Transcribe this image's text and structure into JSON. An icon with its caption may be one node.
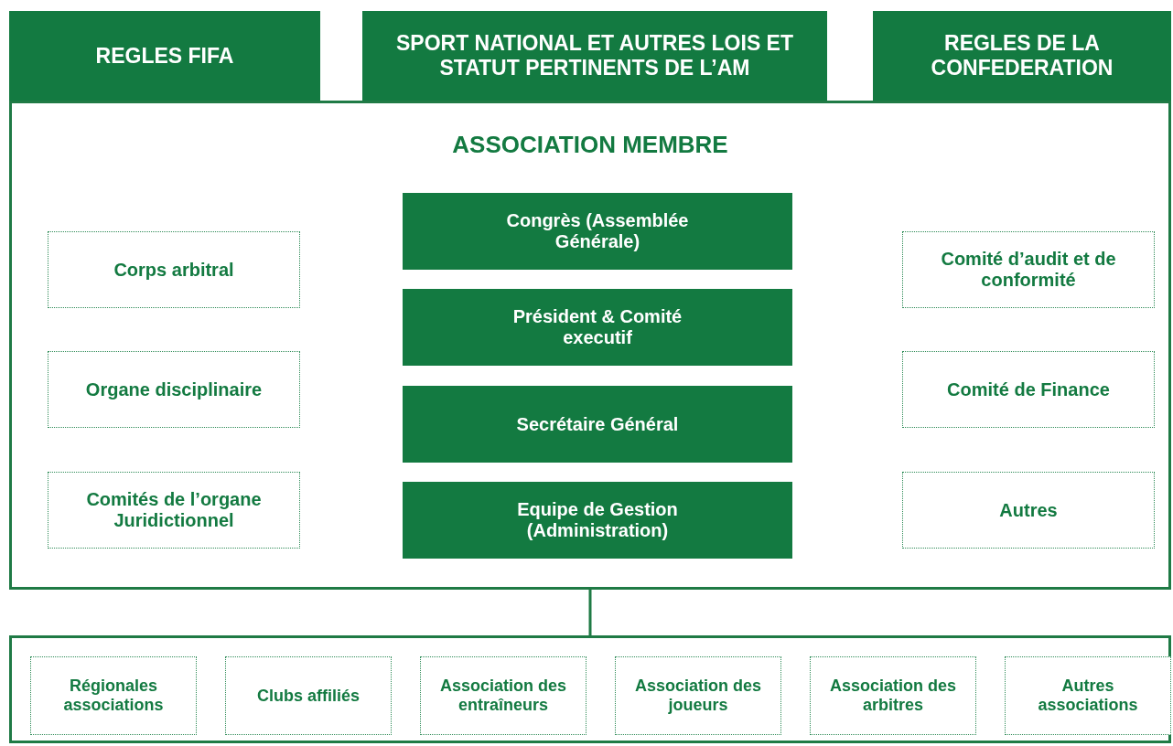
{
  "diagram": {
    "nodes": [
      {
        "text": [
          "REGLES FIFA"
        ]
      },
      {
        "text": [
          "SPORT NATIONAL ET AUTRES LOIS ET STATUT PERTINENTS DE L’AM"
        ]
      },
      {
        "text": [
          "REGLES DE LA CONFEDERATION"
        ]
      },
      {
        "text": [
          "ASSOCIATION MEMBRE"
        ]
      },
      {
        "text": [
          "Congrès (Assemblée Générale)"
        ],
        "in": 3
      },
      {
        "text": [
          "Corps arbitral"
        ],
        "in": 3
      },
      {
        "text": [
          "Comité d’audit et de conformité"
        ],
        "in": 3
      },
      {
        "text": [
          "Président & Comité executif"
        ],
        "in": 3
      },
      {
        "text": [
          "Organe disciplinaire"
        ],
        "in": 3
      },
      {
        "text": [
          "Comité de Finance"
        ],
        "in": 3
      },
      {
        "text": [
          "Secrétaire Général"
        ],
        "in": 3
      },
      {
        "text": [
          "Comités de l’organe Juridictionnel"
        ],
        "in": 3
      },
      {
        "text": [
          "Autres"
        ],
        "in": 3
      },
      {
        "text": [
          "Equipe de Gestion (Administration)"
        ],
        "in": 3
      },
      {
        "text": [],
        "shape": "box"
      },
      {
        "text": [
          "Régionales associations"
        ],
        "in": 14
      },
      {
        "text": [
          "Clubs affiliés"
        ],
        "in": 14
      },
      {
        "text": [
          "Association des entraîneurs"
        ],
        "in": 14
      },
      {
        "text": [
          "Association des joueurs"
        ],
        "in": 14
      },
      {
        "text": [
          "Association des arbitres"
        ],
        "in": 14
      },
      {
        "text": [
          "Autres associations"
        ],
        "in": 14
      }
    ],
    "edges": [
      {
        "from": 3,
        "to": 14,
        "arrow": "none"
      }
    ]
  }
}
